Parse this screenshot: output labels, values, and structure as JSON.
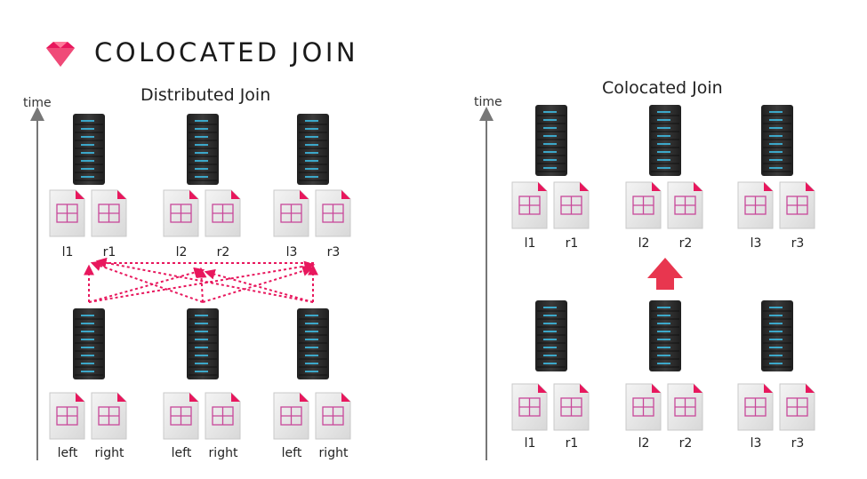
{
  "header": {
    "title": "COLOCATED JOIN"
  },
  "left_panel": {
    "title": "Distributed Join",
    "axis_label": "time",
    "top_row": [
      {
        "labels": [
          "l1",
          "r1"
        ]
      },
      {
        "labels": [
          "l2",
          "r2"
        ]
      },
      {
        "labels": [
          "l3",
          "r3"
        ]
      }
    ],
    "bottom_row": [
      {
        "labels": [
          "left",
          "right"
        ]
      },
      {
        "labels": [
          "left",
          "right"
        ]
      },
      {
        "labels": [
          "left",
          "right"
        ]
      }
    ]
  },
  "right_panel": {
    "title": "Colocated Join",
    "axis_label": "time",
    "top_row": [
      {
        "labels": [
          "l1",
          "r1"
        ]
      },
      {
        "labels": [
          "l2",
          "r2"
        ]
      },
      {
        "labels": [
          "l3",
          "r3"
        ]
      }
    ],
    "bottom_row": [
      {
        "labels": [
          "l1",
          "r1"
        ]
      },
      {
        "labels": [
          "l2",
          "r2"
        ]
      },
      {
        "labels": [
          "l3",
          "r3"
        ]
      }
    ]
  },
  "colors": {
    "accent": "#e8175d",
    "arrow_red": "#e8364f",
    "server": "#2b2b2b",
    "server_line": "#3ec4ee",
    "doc_grid": "#c8489a"
  }
}
